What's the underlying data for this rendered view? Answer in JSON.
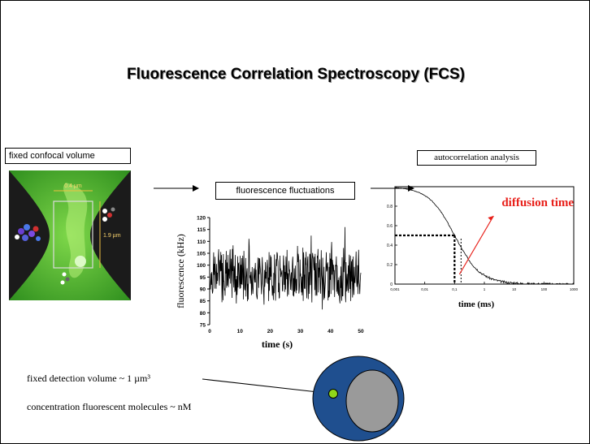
{
  "slide": {
    "title": "Fluorescence Correlation Spectroscopy (FCS)",
    "labels": {
      "fixed_volume": "fixed confocal volume",
      "fluctuations": "fluorescence fluctuations",
      "autocorr": "autocorrelation analysis",
      "diffusion_time": "diffusion time"
    },
    "micrograph": {
      "width_label": "0.4 µm",
      "height_label": "1.9 µm"
    },
    "bottom": {
      "detection_volume": "fixed detection volume   ~ 1 µm³",
      "concentration": "concentration  fluorescent molecules ~ nM"
    },
    "colors": {
      "confocal_green": "#4caf2c",
      "diffusion_red": "#e8201a",
      "ellipse_blue": "#1f4f8f",
      "inner_gray": "#9a9a9a",
      "molecule_green": "#8fd61a"
    }
  },
  "chart_data": [
    {
      "type": "line",
      "title": "",
      "xlabel": "time (s)",
      "ylabel": "fluorescence (kHz)",
      "xlim": [
        0,
        50
      ],
      "ylim": [
        75,
        120
      ],
      "x_ticks": [
        "0",
        "10",
        "20",
        "30",
        "40",
        "50"
      ],
      "y_ticks": [
        "75",
        "80",
        "85",
        "90",
        "95",
        "100",
        "105",
        "110",
        "115",
        "120"
      ],
      "series": [
        {
          "description": "noisy fluorescence trace fluctuating around ~95 kHz"
        }
      ]
    },
    {
      "type": "line",
      "title": "",
      "xlabel": "time (ms)",
      "ylabel": "",
      "x_scale": "log",
      "xlim": [
        0.001,
        1000
      ],
      "ylim": [
        0,
        1
      ],
      "x_ticks": [
        "0,001",
        "0,01",
        "0,1",
        "1",
        "10",
        "100",
        "1000"
      ],
      "y_ticks": [
        "0",
        "0.2",
        "0.4",
        "0.6",
        "0.8"
      ],
      "annotation": {
        "text": "diffusion time",
        "x": 0.1,
        "y": 0.5
      },
      "series": [
        {
          "description": "decaying autocorrelation curve from ~1 to 0"
        }
      ]
    }
  ]
}
